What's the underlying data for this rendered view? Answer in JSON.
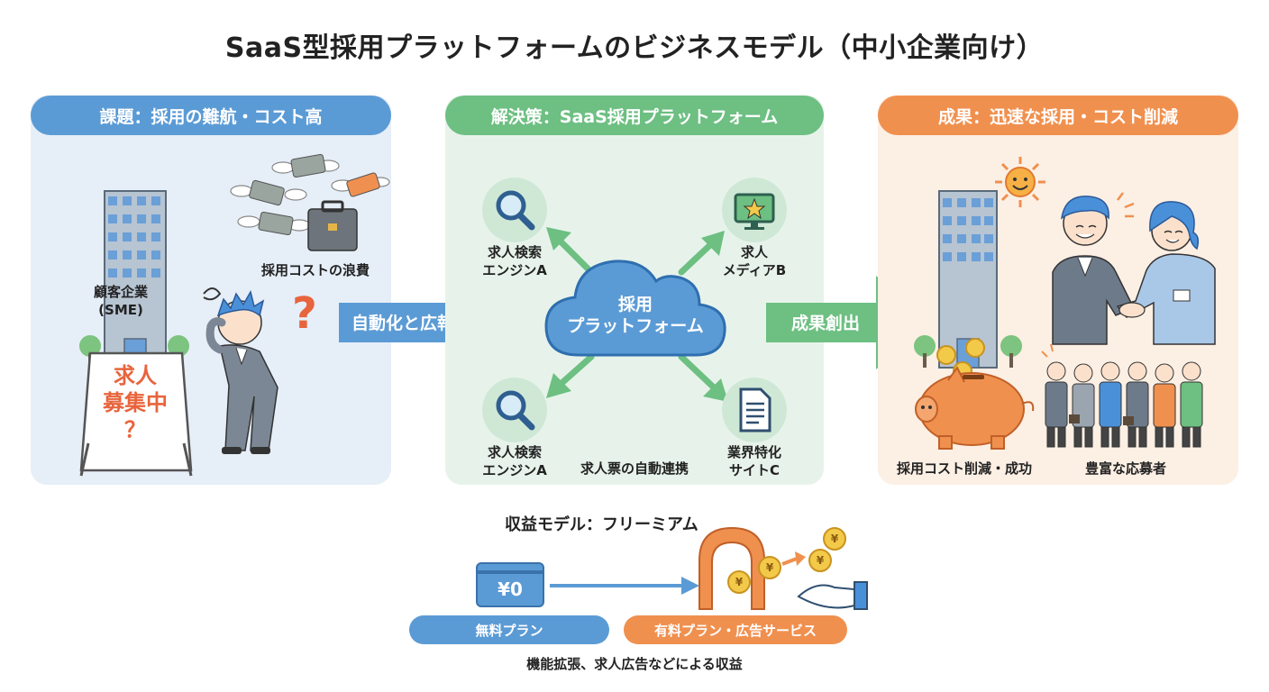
{
  "title": "SaaS型採用プラットフォームのビジネスモデル（中小企業向け）",
  "panels": {
    "problem": {
      "header": "課題：採用の難航・コスト高",
      "company_label_1": "顧客企業",
      "company_label_2": "(SME)",
      "waste_label": "採用コストの浪費",
      "sign_line1": "求人",
      "sign_line2": "募集中",
      "sign_line3": "？",
      "question_mark": "?"
    },
    "solution": {
      "header": "解決策：SaaS採用プラットフォーム",
      "cloud_line1": "採用",
      "cloud_line2": "プラットフォーム",
      "nodes": [
        {
          "line1": "求人検索",
          "line2": "エンジンA"
        },
        {
          "line1": "求人",
          "line2": "メディアB"
        },
        {
          "line1": "求人検索",
          "line2": "エンジンA"
        },
        {
          "line1": "業界特化",
          "line2": "サイトC"
        }
      ],
      "sync_label": "求人票の自動連携"
    },
    "result": {
      "header": "成果：迅速な採用・コスト削減",
      "cost_label": "採用コスト削減・成功",
      "applicants_label": "豊富な応募者"
    }
  },
  "arrows": {
    "left": "自動化と広報",
    "right": "成果創出"
  },
  "revenue": {
    "title": "収益モデル：フリーミアム",
    "card_value": "¥0",
    "coin_symbol": "¥",
    "free_plan": "無料プラン",
    "paid_plan": "有料プラン・広告サービス",
    "caption": "機能拡張、求人広告などによる収益"
  },
  "colors": {
    "blue": "#5b9bd5",
    "green": "#6dbf82",
    "orange": "#f0904f",
    "blue_bg": "#e6eef8",
    "green_bg": "#e7f3ea",
    "orange_bg": "#fcefe4",
    "alert": "#e8643c"
  }
}
